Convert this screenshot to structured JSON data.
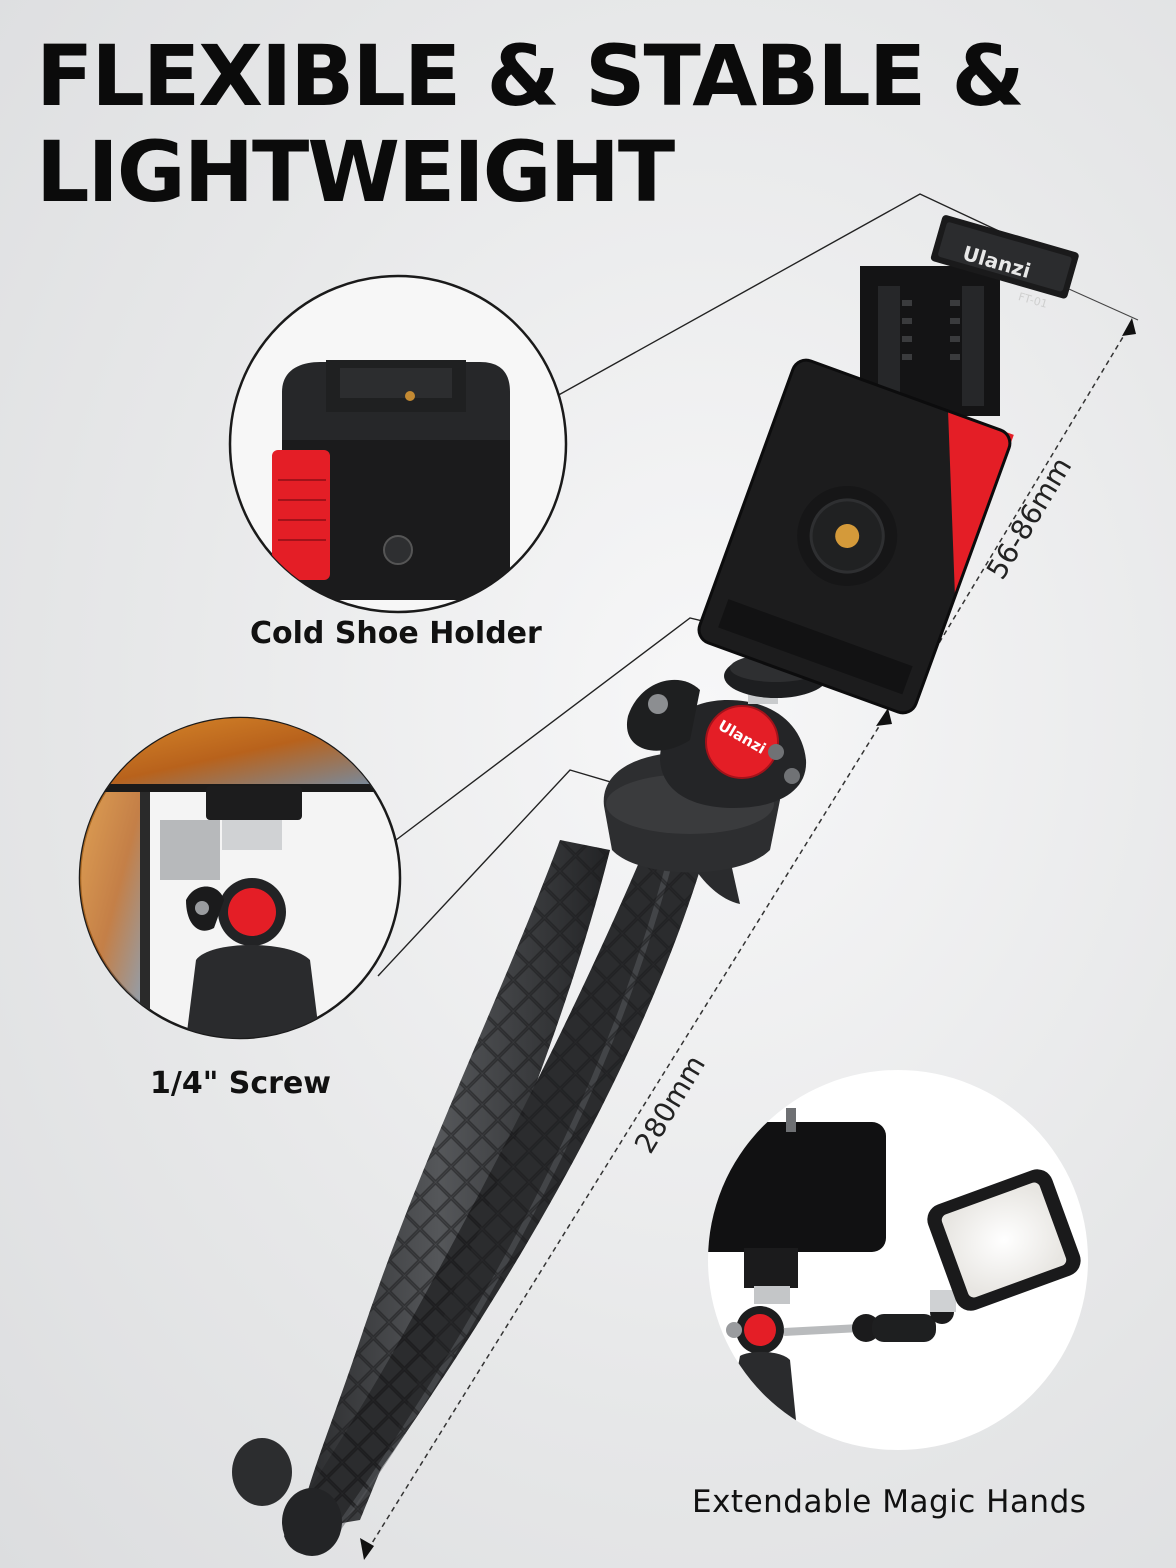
{
  "title": {
    "line1": "FLEXIBLE & STABLE &",
    "line2": "LIGHTWEIGHT"
  },
  "callouts": {
    "cold_shoe": "Cold Shoe Holder",
    "screw": "1/4\" Screw",
    "magic_hands": "Extendable Magic Hands"
  },
  "dimensions": {
    "clamp_range": "56-86mm",
    "tripod_length": "280mm"
  },
  "brand": {
    "name": "Ulanzi",
    "model": "FT-01"
  },
  "colors": {
    "accent_red": "#e41e26",
    "body_black": "#1c1c1c",
    "background": "#e9eaeb"
  }
}
